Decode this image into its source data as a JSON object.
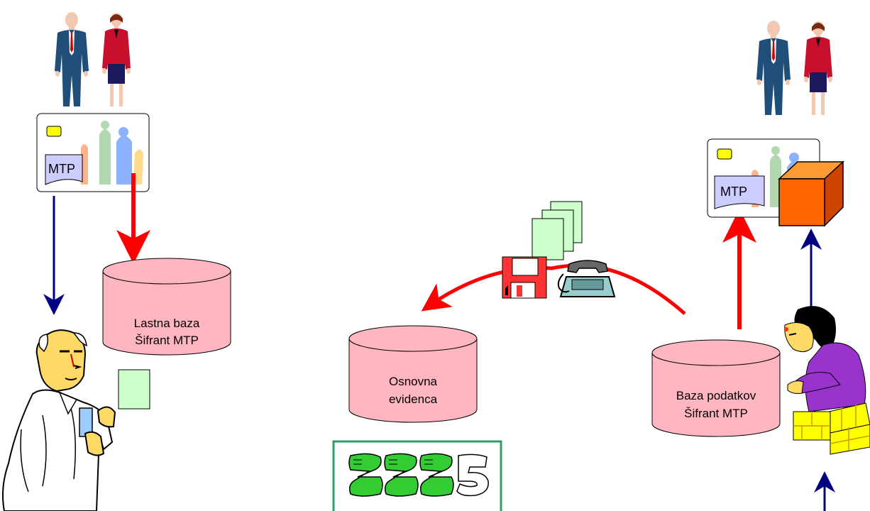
{
  "databases": {
    "own": {
      "line1": "Lastna baza",
      "line2": "Šifrant MTP"
    },
    "basic": {
      "line1": "Osnovna",
      "line2": "evidenca"
    },
    "main": {
      "line1": "Baza podatkov",
      "line2": "Šifrant MTP"
    }
  },
  "cards": {
    "left": {
      "label": "MTP"
    },
    "right": {
      "label": "MTP"
    }
  },
  "colors": {
    "db_fill": "#ffb6c1",
    "red_arrow": "#ff0000",
    "blue_arrow": "#000080",
    "doc_fill": "#ccffcc",
    "logo_frame": "#339966",
    "logo_fill": "#33cc33",
    "box_front": "#ff6600"
  },
  "icons": [
    "businessman-icon",
    "businesswoman-icon",
    "smart-card-icon",
    "doctor-icon",
    "document-stack-icon",
    "floppy-disk-icon",
    "telephone-icon",
    "operator-icon",
    "package-box-icon",
    "logo-icon"
  ]
}
